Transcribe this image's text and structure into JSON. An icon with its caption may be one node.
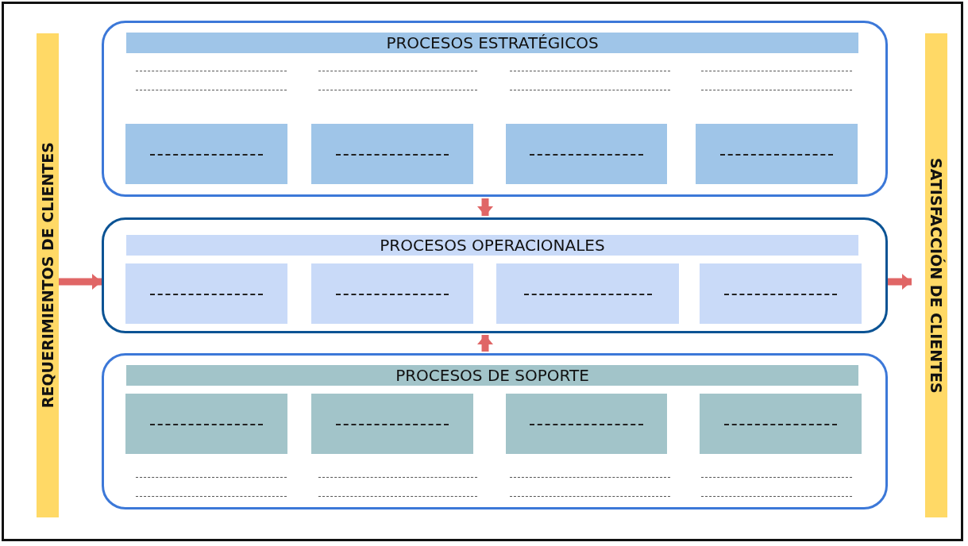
{
  "diagram": {
    "nodes": [
      {
        "text": [
          "REQUERIMIENTOS DE CLIENTES"
        ]
      },
      {
        "text": [
          "PROCESOS ESTRATÉGICOS"
        ]
      },
      {
        "text": [],
        "shape": "box",
        "in": 1
      },
      {
        "text": [],
        "shape": "box",
        "in": 1
      },
      {
        "text": [],
        "shape": "box",
        "in": 1
      },
      {
        "text": [],
        "shape": "box",
        "in": 1
      },
      {
        "text": [
          "PROCESOS OPERACIONALES"
        ]
      },
      {
        "text": [],
        "shape": "box",
        "in": 6
      },
      {
        "text": [],
        "shape": "box",
        "in": 6
      },
      {
        "text": [],
        "shape": "box",
        "in": 6
      },
      {
        "text": [],
        "shape": "box",
        "in": 6
      },
      {
        "text": [
          "PROCESOS DE SOPORTE"
        ]
      },
      {
        "text": [],
        "shape": "box",
        "in": 11
      },
      {
        "text": [],
        "shape": "box",
        "in": 11
      },
      {
        "text": [],
        "shape": "box",
        "in": 11
      },
      {
        "text": [],
        "shape": "box",
        "in": 11
      },
      {
        "text": [
          "SATISFACCIÓN DE CLIENTES"
        ]
      }
    ],
    "edges": [
      {
        "from": 1,
        "to": 6,
        "arrow": "to"
      },
      {
        "from": 0,
        "to": 6,
        "arrow": "to"
      },
      {
        "from": 6,
        "to": 16,
        "arrow": "to"
      },
      {
        "from": 11,
        "to": 6,
        "arrow": "to"
      }
    ]
  }
}
